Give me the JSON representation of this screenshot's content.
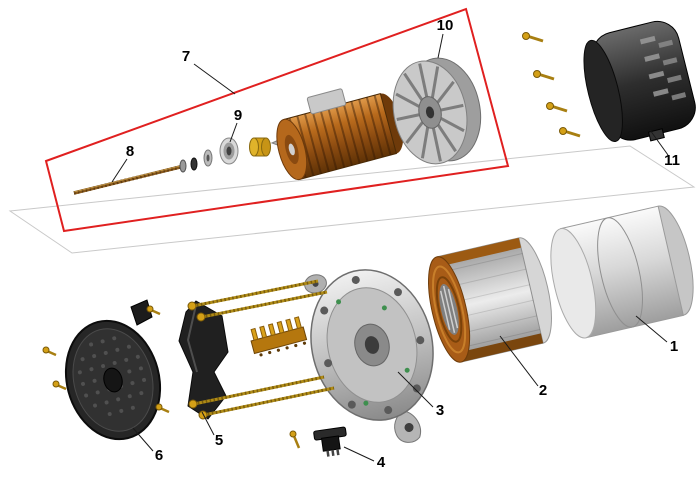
{
  "colors": {
    "highlight_red": "#e02020",
    "copper": "#a85c17",
    "gold": "#c79a1e",
    "steel": "#c2c2c2",
    "dark_plastic": "#1e1e1e"
  },
  "callouts": [
    {
      "label": "1"
    },
    {
      "label": "2"
    },
    {
      "label": "3"
    },
    {
      "label": "4"
    },
    {
      "label": "5"
    },
    {
      "label": "6"
    },
    {
      "label": "7"
    },
    {
      "label": "8"
    },
    {
      "label": "9"
    },
    {
      "label": "10"
    },
    {
      "label": "11"
    }
  ]
}
